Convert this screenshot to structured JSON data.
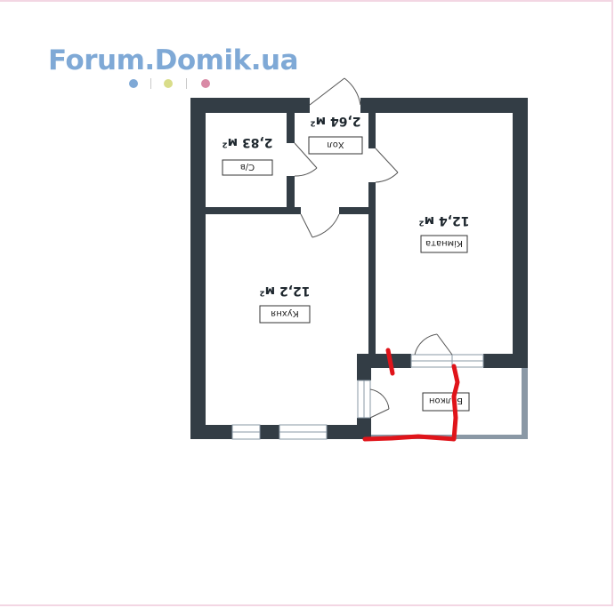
{
  "site": {
    "logo_text": "Forum.Domik.ua",
    "logo_color": "#7fa9d6",
    "dot_colors": [
      "#7fa9d6",
      "#d9dd8a",
      "#d98aa6"
    ]
  },
  "plan": {
    "wall_color": "#333d45",
    "balcony_frame_color": "#8a98a5",
    "marker_color": "#e0141a",
    "rooms": {
      "bathroom": {
        "name": "С/в",
        "area": "2,83 м²"
      },
      "hall": {
        "name": "Хол",
        "area": "2,64 м²"
      },
      "room": {
        "name": "Кімната",
        "area": "12,4 м²"
      },
      "kitchen": {
        "name": "Кухня",
        "area": "12,2 м²"
      },
      "balcony": {
        "name": "Балкон"
      }
    }
  }
}
